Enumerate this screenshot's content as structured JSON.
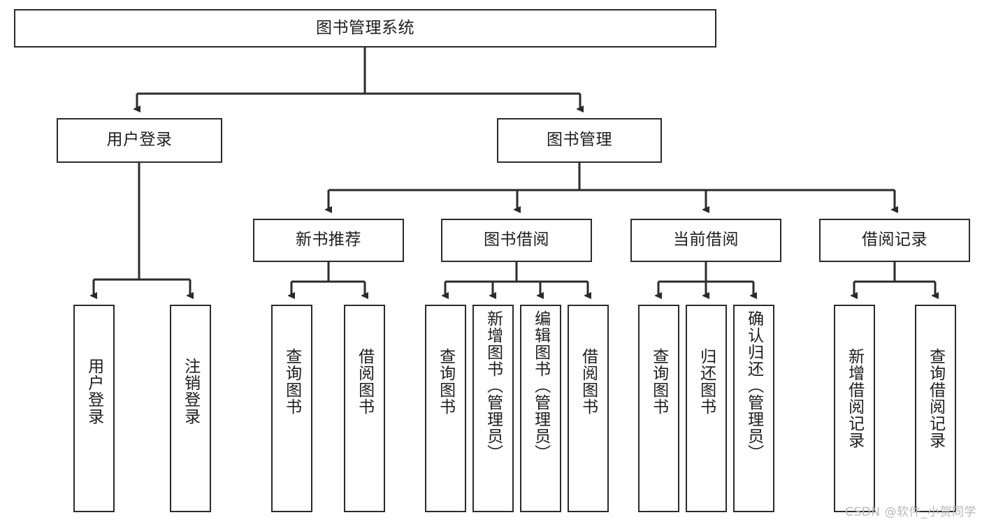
{
  "diagram": {
    "title": "图书管理系统",
    "type": "hierarchy-tree",
    "watermark": "CSDN @软件_小贺同学",
    "colors": {
      "border": "#2b2b2b",
      "background": "#ffffff",
      "text": "#1d1d1d",
      "connector": "#2b2b2b",
      "watermark": "#b9b9b9"
    },
    "levels": {
      "root": {
        "label": "图书管理系统"
      },
      "level2": [
        {
          "label": "用户登录"
        },
        {
          "label": "图书管理"
        }
      ],
      "level3": [
        {
          "label": "新书推荐"
        },
        {
          "label": "图书借阅"
        },
        {
          "label": "当前借阅"
        },
        {
          "label": "借阅记录"
        }
      ],
      "leaves": {
        "user_login": [
          {
            "label": "用户登录"
          },
          {
            "label": "注销登录"
          }
        ],
        "new_book_recommend": [
          {
            "label": "查询图书"
          },
          {
            "label": "借阅图书"
          }
        ],
        "book_borrow": [
          {
            "label": "查询图书"
          },
          {
            "label": "新增图书（管理员）"
          },
          {
            "label": "编辑图书（管理员）"
          },
          {
            "label": "借阅图书"
          }
        ],
        "current_borrow": [
          {
            "label": "查询图书"
          },
          {
            "label": "归还图书"
          },
          {
            "label": "确认归还（管理员）"
          }
        ],
        "borrow_record": [
          {
            "label": "新增借阅记录"
          },
          {
            "label": "查询借阅记录"
          }
        ]
      }
    }
  }
}
